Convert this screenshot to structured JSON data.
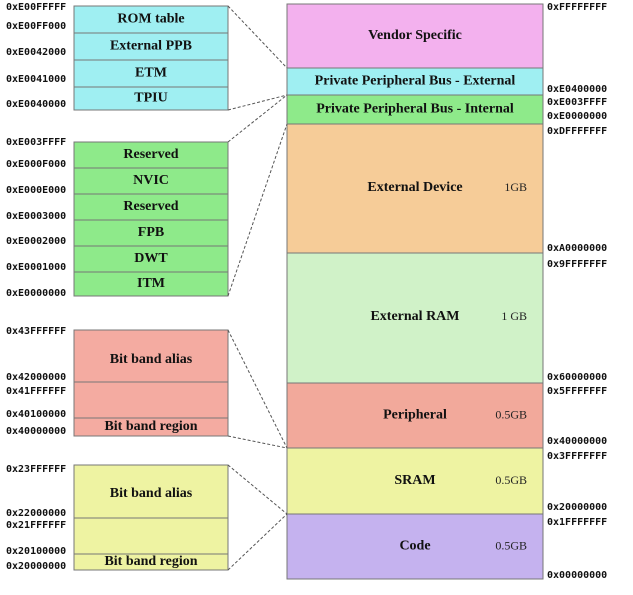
{
  "colors": {
    "cyan": "#9FEFF2",
    "green": "#8EEA8A",
    "pink_alias": "#F4ABA1",
    "yellow": "#EEF3A2",
    "vendor": "#F3B1EE",
    "device": "#F6CC98",
    "ram": "#D0F2C8",
    "peripheral": "#F2A99B",
    "code": "#C5B2EF"
  },
  "main_regions": [
    {
      "name": "vendor-specific-region",
      "label": "Vendor Specific",
      "size": "",
      "color": "vendor"
    },
    {
      "name": "ppb-external-region",
      "label": "Private Peripheral Bus - External",
      "size": "",
      "color": "cyan"
    },
    {
      "name": "ppb-internal-region",
      "label": "Private Peripheral Bus - Internal",
      "size": "",
      "color": "green"
    },
    {
      "name": "external-device-region",
      "label": "External Device",
      "size": "1GB",
      "color": "device"
    },
    {
      "name": "external-ram-region",
      "label": "External RAM",
      "size": "1 GB",
      "color": "ram"
    },
    {
      "name": "peripheral-region",
      "label": "Peripheral",
      "size": "0.5GB",
      "color": "peripheral"
    },
    {
      "name": "sram-region",
      "label": "SRAM",
      "size": "0.5GB",
      "color": "yellow"
    },
    {
      "name": "code-region",
      "label": "Code",
      "size": "0.5GB",
      "color": "code"
    }
  ],
  "right_addresses": [
    "0xFFFFFFFF",
    "0xE0400000",
    "0xE003FFFF",
    "0xE0000000",
    "0xDFFFFFFF",
    "0xA0000000",
    "0x9FFFFFFF",
    "0x60000000",
    "0x5FFFFFFF",
    "0x40000000",
    "0x3FFFFFFF",
    "0x20000000",
    "0x1FFFFFFF",
    "0x00000000"
  ],
  "ppb_external_blocks": [
    "ROM table",
    "External PPB",
    "ETM",
    "TPIU"
  ],
  "ppb_external_addresses": [
    "0xE00FFFFF",
    "0xE00FF000",
    "0xE0042000",
    "0xE0041000",
    "0xE0040000"
  ],
  "ppb_internal_blocks": [
    "Reserved",
    "NVIC",
    "Reserved",
    "FPB",
    "DWT",
    "ITM"
  ],
  "ppb_internal_addresses": [
    "0xE003FFFF",
    "0xE000F000",
    "0xE000E000",
    "0xE0003000",
    "0xE0002000",
    "0xE0001000",
    "0xE0000000"
  ],
  "peripheral_bitband": {
    "alias_label": "Bit band alias",
    "region_label": "Bit band region",
    "addresses": [
      "0x43FFFFFF",
      "0x42000000",
      "0x41FFFFFF",
      "0x40100000",
      "0x40000000"
    ]
  },
  "sram_bitband": {
    "alias_label": "Bit band alias",
    "region_label": "Bit band region",
    "addresses": [
      "0x23FFFFFF",
      "0x22000000",
      "0x21FFFFFF",
      "0x20100000",
      "0x20000000"
    ]
  }
}
